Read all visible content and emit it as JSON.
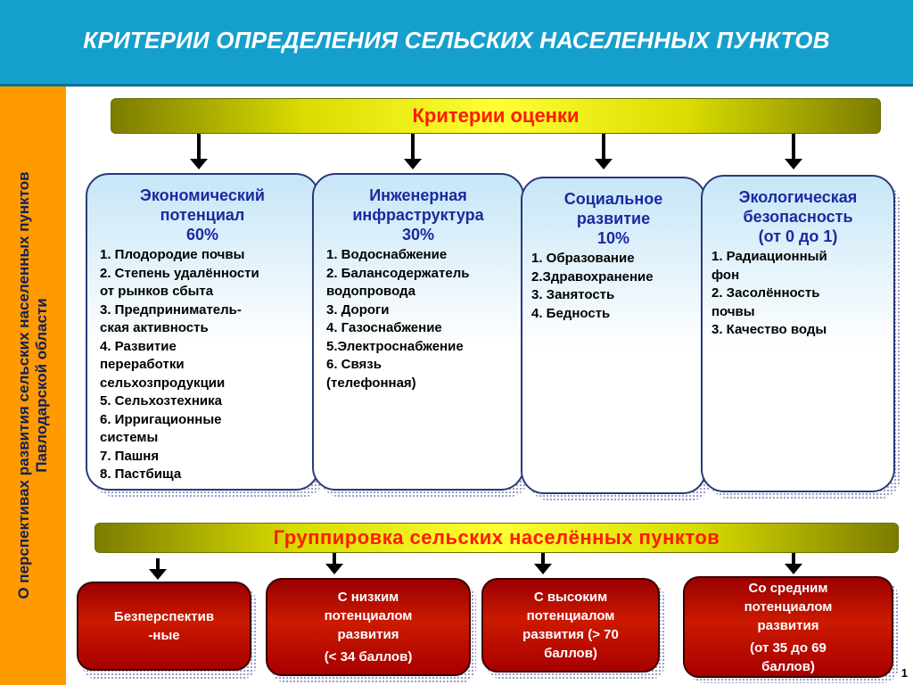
{
  "header": {
    "title": "КРИТЕРИИ ОПРЕДЕЛЕНИЯ СЕЛЬСКИХ НАСЕЛЕННЫХ ПУНКТОВ"
  },
  "sidebar": {
    "text": "О перспективах развития сельских населенных пунктов Павлодарской области"
  },
  "criteria_bar": {
    "label": "Критерии оценки"
  },
  "criteria": [
    {
      "heading": "Экономический\nпотенциал\n60%",
      "items": "1. Плодородие  почвы\n2. Степень удалённости\n    от рынков сбыта\n3. Предприниматель-\n    ская активность\n4. Развитие\n    переработки\n    сельхозпродукции\n5. Сельхозтехника\n6. Ирригационные\n    системы\n7. Пашня\n8. Пастбища"
    },
    {
      "heading": "Инженерная\nинфраструктура\n30%",
      "items": "1. Водоснабжение\n2. Балансодержатель\n    водопровода\n3. Дороги\n4. Газоснабжение\n5.Электроснабжение\n6. Связь\n(телефонная)"
    },
    {
      "heading": "Социальное\nразвитие\n10%",
      "items": "1. Образование\n2.Здравохранение\n3. Занятость\n4. Бедность"
    },
    {
      "heading": "Экологическая\nбезопасность\n(от 0 до 1)",
      "items": "1. Радиационный\n    фон\n2. Засолённость\n    почвы\n3. Качество воды"
    }
  ],
  "grouping_bar": {
    "label": "Группировка сельских населённых пунктов"
  },
  "groups": [
    {
      "lines": [
        "Безперспектив",
        "-ные"
      ]
    },
    {
      "lines": [
        "С низким",
        "потенциалом",
        "развития",
        "(< 34 баллов)"
      ]
    },
    {
      "lines": [
        "С высоким",
        "потенциалом",
        "развития (> 70",
        "баллов)"
      ]
    },
    {
      "lines": [
        "Со средним",
        "потенциалом",
        "развития",
        "(от 35 до 69",
        "баллов)"
      ]
    }
  ],
  "page_number": "1"
}
